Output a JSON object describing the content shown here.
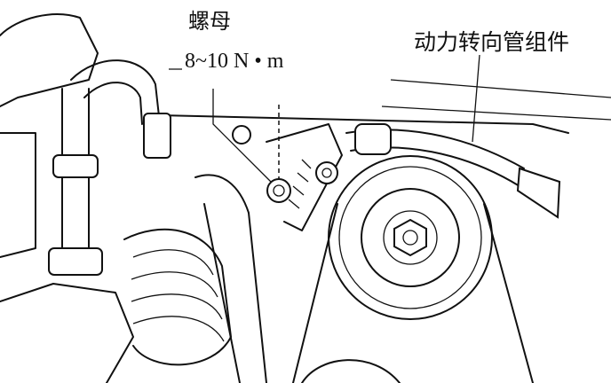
{
  "labels": {
    "nut": "螺母",
    "torque": "8~10 N • m",
    "assembly": "动力转向管组件"
  }
}
